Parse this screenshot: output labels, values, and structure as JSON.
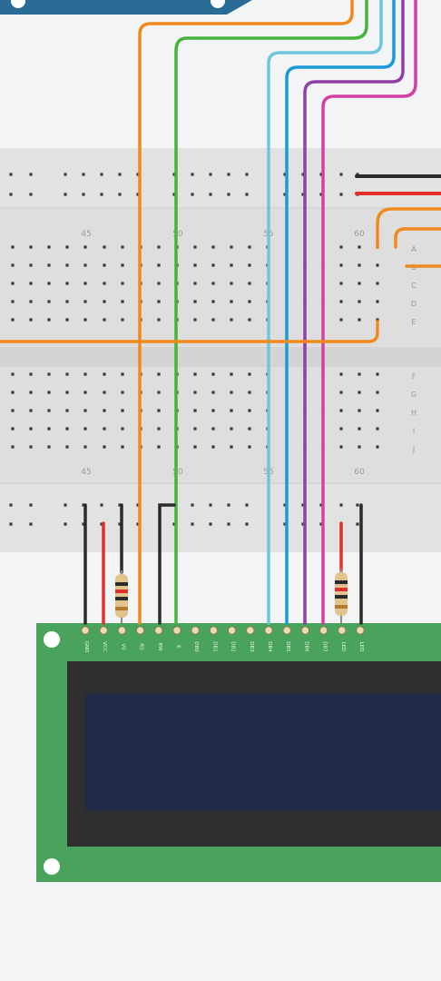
{
  "colors": {
    "background": "#f3f4f6",
    "breadboard": "#dedede",
    "breadboard_rail_edge": "#d0d0d0",
    "hole": "#3a3a3a",
    "arduino_board": "#2b6c97",
    "lcd_pcb": "#4aa35c",
    "lcd_bezel": "#2f2f2f",
    "lcd_screen": "#1e2a48",
    "pin_pad": "#e8dcb0",
    "wire_orange": "#f08a1c",
    "wire_green": "#46b33c",
    "wire_light_blue": "#6cc6dd",
    "wire_blue": "#1a9ad6",
    "wire_purple": "#8f3fa6",
    "wire_magenta": "#d43fa6",
    "wire_black": "#2b2b2b",
    "wire_red": "#e0302e",
    "resistor_body": "#e0c48c"
  },
  "breadboard": {
    "column_labels_top": [
      "45",
      "50",
      "55",
      "60"
    ],
    "column_labels_bottom": [
      "45",
      "50",
      "55",
      "60"
    ],
    "row_labels_upper": [
      "A",
      "B",
      "C",
      "D",
      "E"
    ],
    "row_labels_lower": [
      "F",
      "G",
      "H",
      "I",
      "J"
    ]
  },
  "lcd": {
    "pin_labels": [
      "GND",
      "VCC",
      "V0",
      "RS",
      "RW",
      "E",
      "DB0",
      "DB1",
      "DB2",
      "DB3",
      "DB4",
      "DB5",
      "DB6",
      "DB7",
      "LED",
      "LED"
    ]
  },
  "components": [
    {
      "type": "resistor",
      "icon": "resistor-icon",
      "bands": [
        "#2b2b2b",
        "#e0302e",
        "#2b2b2b",
        "#b57a2a"
      ]
    },
    {
      "type": "resistor",
      "icon": "resistor-icon",
      "bands": [
        "#2b2b2b",
        "#e0302e",
        "#2b2b2b",
        "#b57a2a"
      ]
    }
  ]
}
